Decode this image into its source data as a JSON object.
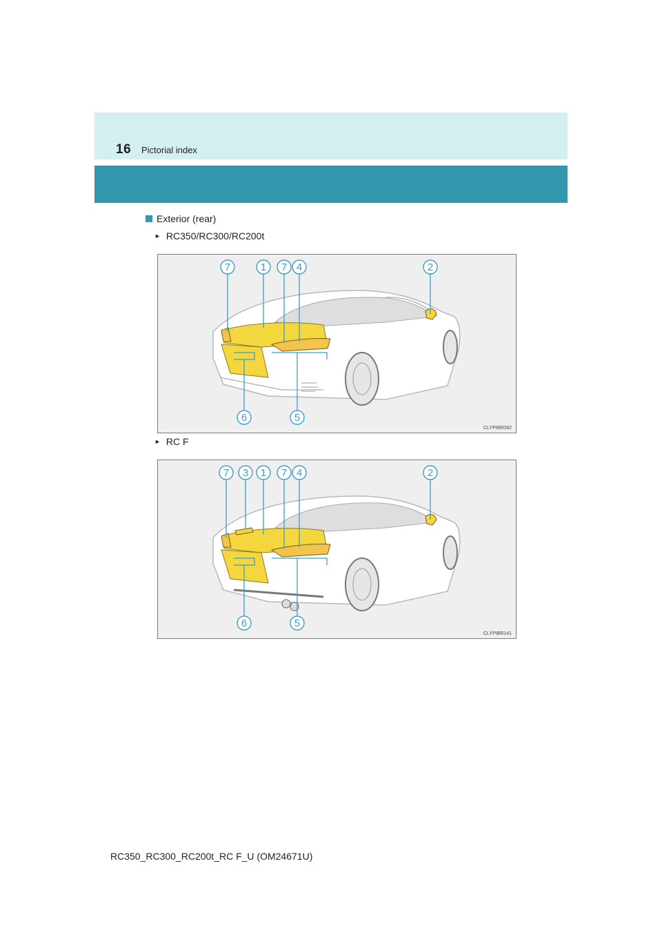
{
  "header": {
    "page_number": "16",
    "section_title": "Pictorial index"
  },
  "subheading": "Exterior (rear)",
  "variants": [
    {
      "label": "RC350/RC300/RC200t",
      "figure_code": "CLYPIBR082",
      "callouts": [
        "7",
        "1",
        "7",
        "4",
        "2",
        "6",
        "5"
      ]
    },
    {
      "label": "RC F",
      "figure_code": "CLYPIBR141",
      "callouts": [
        "7",
        "3",
        "1",
        "7",
        "4",
        "2",
        "6",
        "5"
      ]
    }
  ],
  "footer": "RC350_RC300_RC200t_RC F_U (OM24671U)",
  "colors": {
    "band": "#3597ad",
    "header_light": "#d4efef",
    "callout": "#3a9ecb",
    "highlight": "#f4d63f"
  }
}
